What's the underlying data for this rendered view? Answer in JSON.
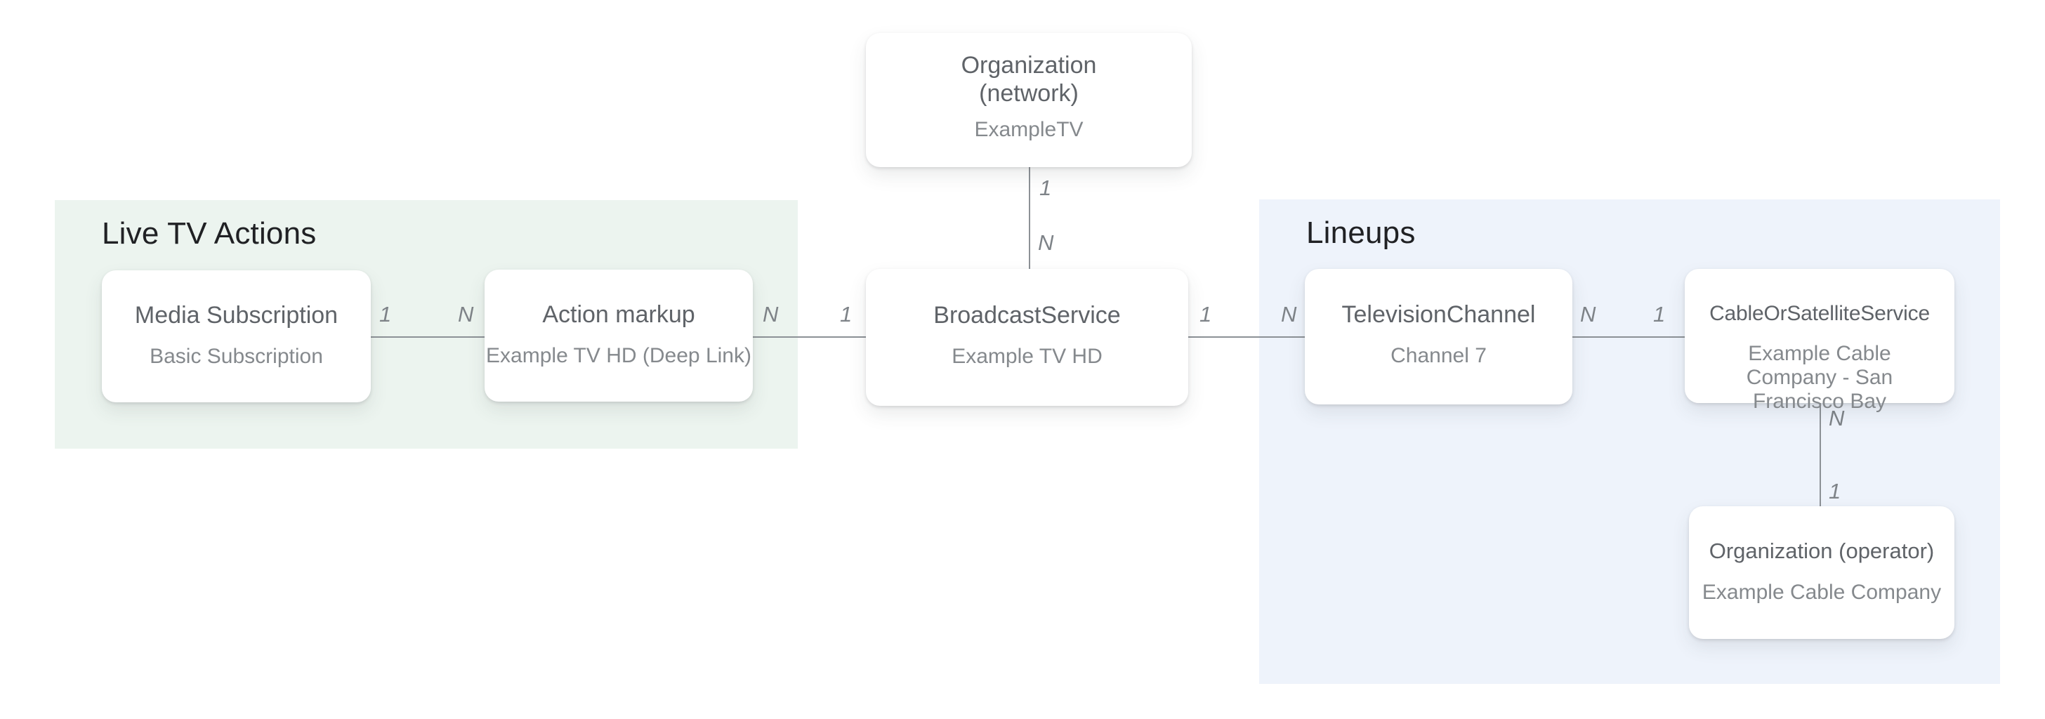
{
  "diagram": {
    "groups": [
      {
        "id": "live-tv-actions",
        "label": "Live TV Actions",
        "background_color": "#ECF4EF"
      },
      {
        "id": "lineups",
        "label": "Lineups",
        "background_color": "#EEF3FB"
      }
    ],
    "nodes": [
      {
        "id": "organization-network",
        "title": "Organization (network)",
        "subtitle": "ExampleTV",
        "group": null
      },
      {
        "id": "media-subscription",
        "title": "Media Subscription",
        "subtitle": "Basic Subscription",
        "group": "live-tv-actions"
      },
      {
        "id": "action-markup",
        "title": "Action markup",
        "subtitle": "Example TV HD (Deep Link)",
        "group": "live-tv-actions"
      },
      {
        "id": "broadcast-service",
        "title": "BroadcastService",
        "subtitle": "Example TV HD",
        "group": null
      },
      {
        "id": "television-channel",
        "title": "TelevisionChannel",
        "subtitle": "Channel 7",
        "group": "lineups"
      },
      {
        "id": "cable-or-satellite-service",
        "title": "CableOrSatelliteService",
        "subtitle": "Example Cable Company - San Francisco Bay",
        "group": "lineups"
      },
      {
        "id": "organization-operator",
        "title": "Organization (operator)",
        "subtitle": "Example Cable Company",
        "group": "lineups"
      }
    ],
    "edges": [
      {
        "from": "media-subscription",
        "to": "action-markup",
        "orientation": "horizontal",
        "from_cardinality": "1",
        "to_cardinality": "N"
      },
      {
        "from": "action-markup",
        "to": "broadcast-service",
        "orientation": "horizontal",
        "from_cardinality": "N",
        "to_cardinality": "1"
      },
      {
        "from": "broadcast-service",
        "to": "television-channel",
        "orientation": "horizontal",
        "from_cardinality": "1",
        "to_cardinality": "N"
      },
      {
        "from": "television-channel",
        "to": "cable-or-satellite-service",
        "orientation": "horizontal",
        "from_cardinality": "N",
        "to_cardinality": "1"
      },
      {
        "from": "organization-network",
        "to": "broadcast-service",
        "orientation": "vertical",
        "from_cardinality": "1",
        "to_cardinality": "N"
      },
      {
        "from": "cable-or-satellite-service",
        "to": "organization-operator",
        "orientation": "vertical",
        "from_cardinality": "N",
        "to_cardinality": "1"
      }
    ],
    "colors": {
      "node_background": "#FFFFFF",
      "node_title_text": "#5F6368",
      "node_subtitle_text": "#85898D",
      "group_label_text": "#202124",
      "connector_line": "#8C9196",
      "cardinality_text": "#7E8388",
      "page_background": "#FFFFFF"
    }
  }
}
